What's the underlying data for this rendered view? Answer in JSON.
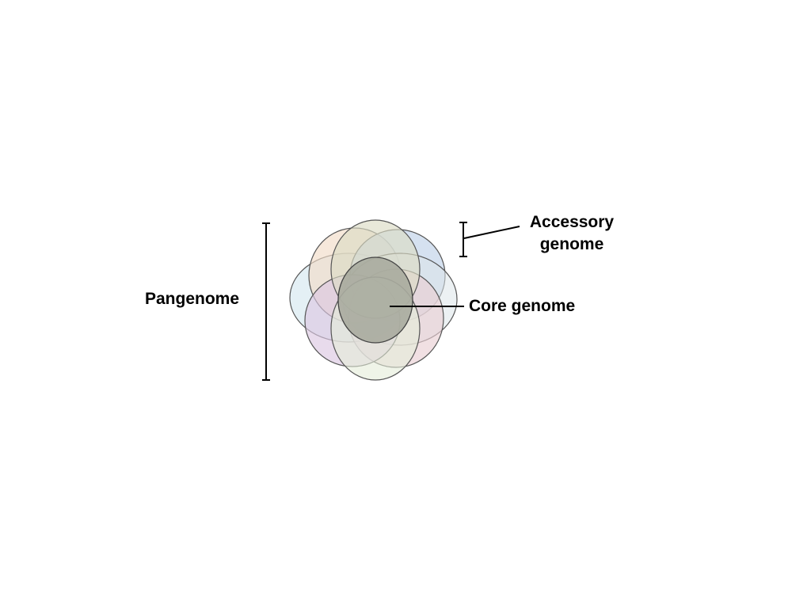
{
  "labels": {
    "pangenome": "Pangenome",
    "core_genome": "Core genome",
    "accessory_line1": "Accessory",
    "accessory_line2": "genome"
  },
  "colors": {
    "text": "#000000",
    "stroke": "#555555",
    "core_fill": "#a9ab9f",
    "petal_fills": [
      "#d6e8f0",
      "#f1dcc8",
      "#dcdcc4",
      "#c3d4ea",
      "#dcc8e2",
      "#ead0d4",
      "#e4ecd8",
      "#dde6ea"
    ]
  }
}
